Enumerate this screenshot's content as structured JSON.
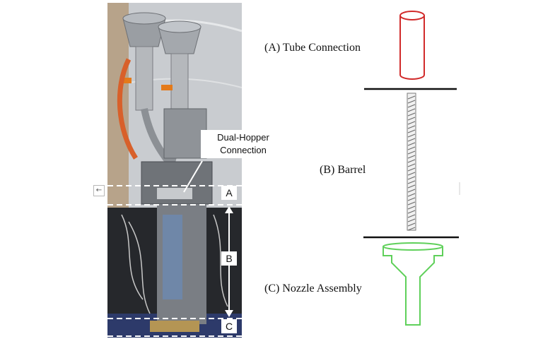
{
  "photo": {
    "callout": "Dual-Hopper Connection",
    "zones": [
      "A",
      "B",
      "C"
    ]
  },
  "nav": {
    "back_icon": "←"
  },
  "schematic": {
    "labels": {
      "tube": "(A) Tube Connection",
      "barrel": "(B) Barrel",
      "nozzle": "(C) Nozzle Assembly"
    }
  },
  "colors": {
    "tube_outline": "#d12a2a",
    "nozzle_outline": "#5fd05a",
    "divider": "#111111"
  }
}
